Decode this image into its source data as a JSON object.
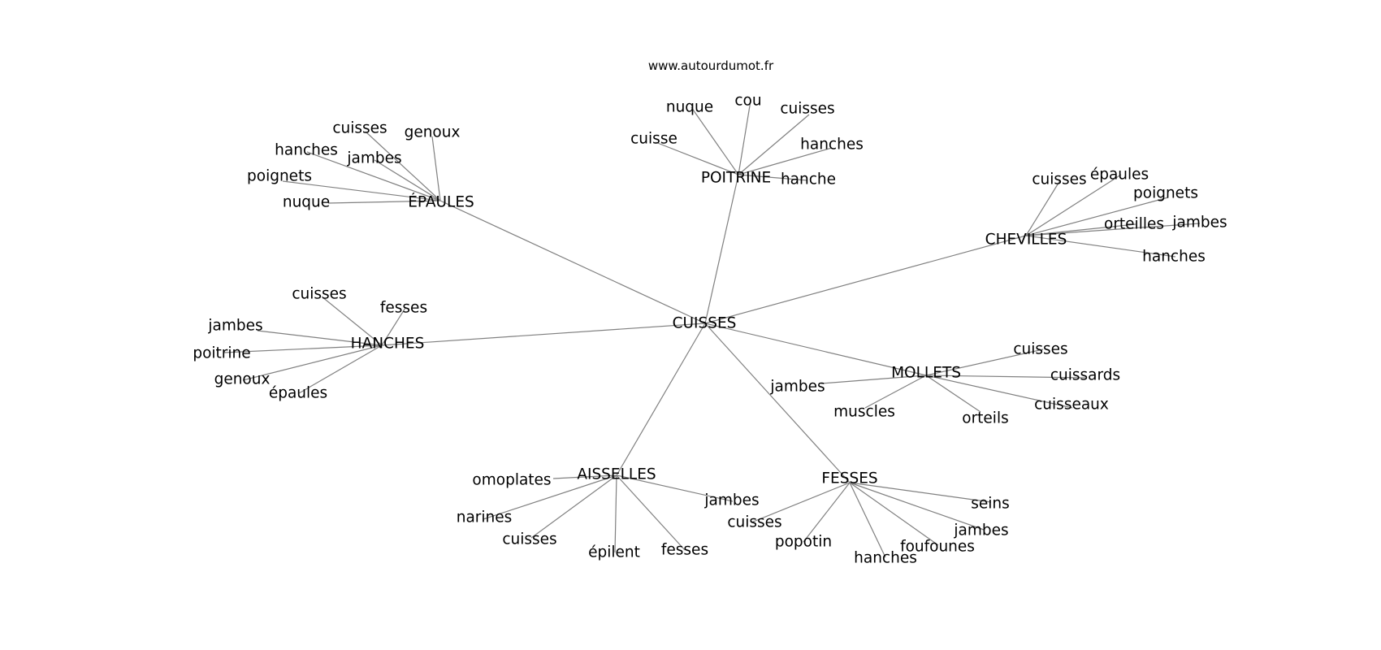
{
  "site": {
    "url": "www.autourdumot.fr"
  },
  "graph": {
    "center": "CUISSES",
    "hubs": [
      {
        "label": "ÉPAULES",
        "leaves": [
          "cuisses",
          "genoux",
          "hanches",
          "jambes",
          "poignets",
          "nuque"
        ]
      },
      {
        "label": "POITRINE",
        "leaves": [
          "nuque",
          "cou",
          "cuisses",
          "cuisse",
          "hanches",
          "hanche"
        ]
      },
      {
        "label": "CHEVILLES",
        "leaves": [
          "cuisses",
          "épaules",
          "poignets",
          "orteilles",
          "jambes",
          "hanches"
        ]
      },
      {
        "label": "HANCHES",
        "leaves": [
          "cuisses",
          "fesses",
          "jambes",
          "poitrine",
          "genoux",
          "épaules"
        ]
      },
      {
        "label": "MOLLETS",
        "leaves": [
          "cuisses",
          "cuissards",
          "jambes",
          "cuisseaux",
          "muscles",
          "orteils"
        ]
      },
      {
        "label": "AISSELLES",
        "leaves": [
          "omoplates",
          "jambes",
          "narines",
          "cuisses",
          "épilent",
          "fesses"
        ]
      },
      {
        "label": "FESSES",
        "leaves": [
          "seins",
          "cuisses",
          "jambes",
          "popotin",
          "foufounes",
          "hanches"
        ]
      }
    ]
  }
}
